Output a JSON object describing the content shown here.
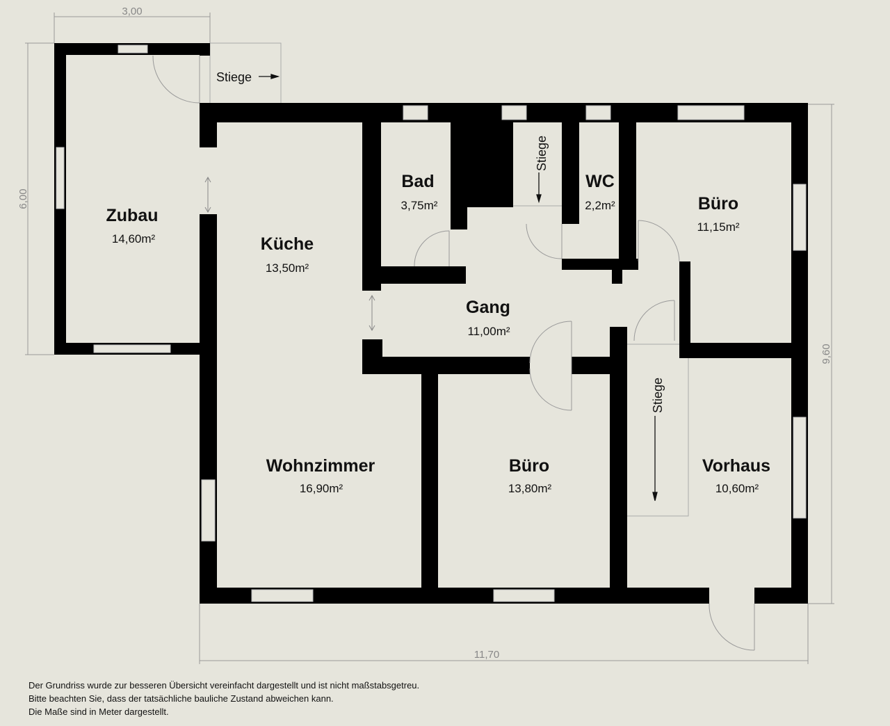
{
  "dimensions": {
    "width_top": "3,00",
    "height_left": "6,00",
    "height_right": "9,60",
    "width_bottom": "11,70"
  },
  "rooms": {
    "zubau": {
      "name": "Zubau",
      "area": "14,60m²"
    },
    "kueche": {
      "name": "Küche",
      "area": "13,50m²"
    },
    "bad": {
      "name": "Bad",
      "area": "3,75m²"
    },
    "wc": {
      "name": "WC",
      "area": "2,2m²"
    },
    "buero_top": {
      "name": "Büro",
      "area": "11,15m²"
    },
    "gang": {
      "name": "Gang",
      "area": "11,00m²"
    },
    "wohnzimmer": {
      "name": "Wohnzimmer",
      "area": "16,90m²"
    },
    "buero_bottom": {
      "name": "Büro",
      "area": "13,80m²"
    },
    "vorhaus": {
      "name": "Vorhaus",
      "area": "10,60m²"
    }
  },
  "stairs": {
    "top_left": "Stiege",
    "center": "Stiege",
    "right": "Stiege"
  },
  "notes": [
    "Der Grundriss wurde zur besseren Übersicht vereinfacht dargestellt und ist nicht maßstabsgetreu.",
    "Bitte beachten Sie, dass der tatsächliche bauliche Zustand abweichen kann.",
    "Die Maße sind in Meter dargestellt."
  ]
}
